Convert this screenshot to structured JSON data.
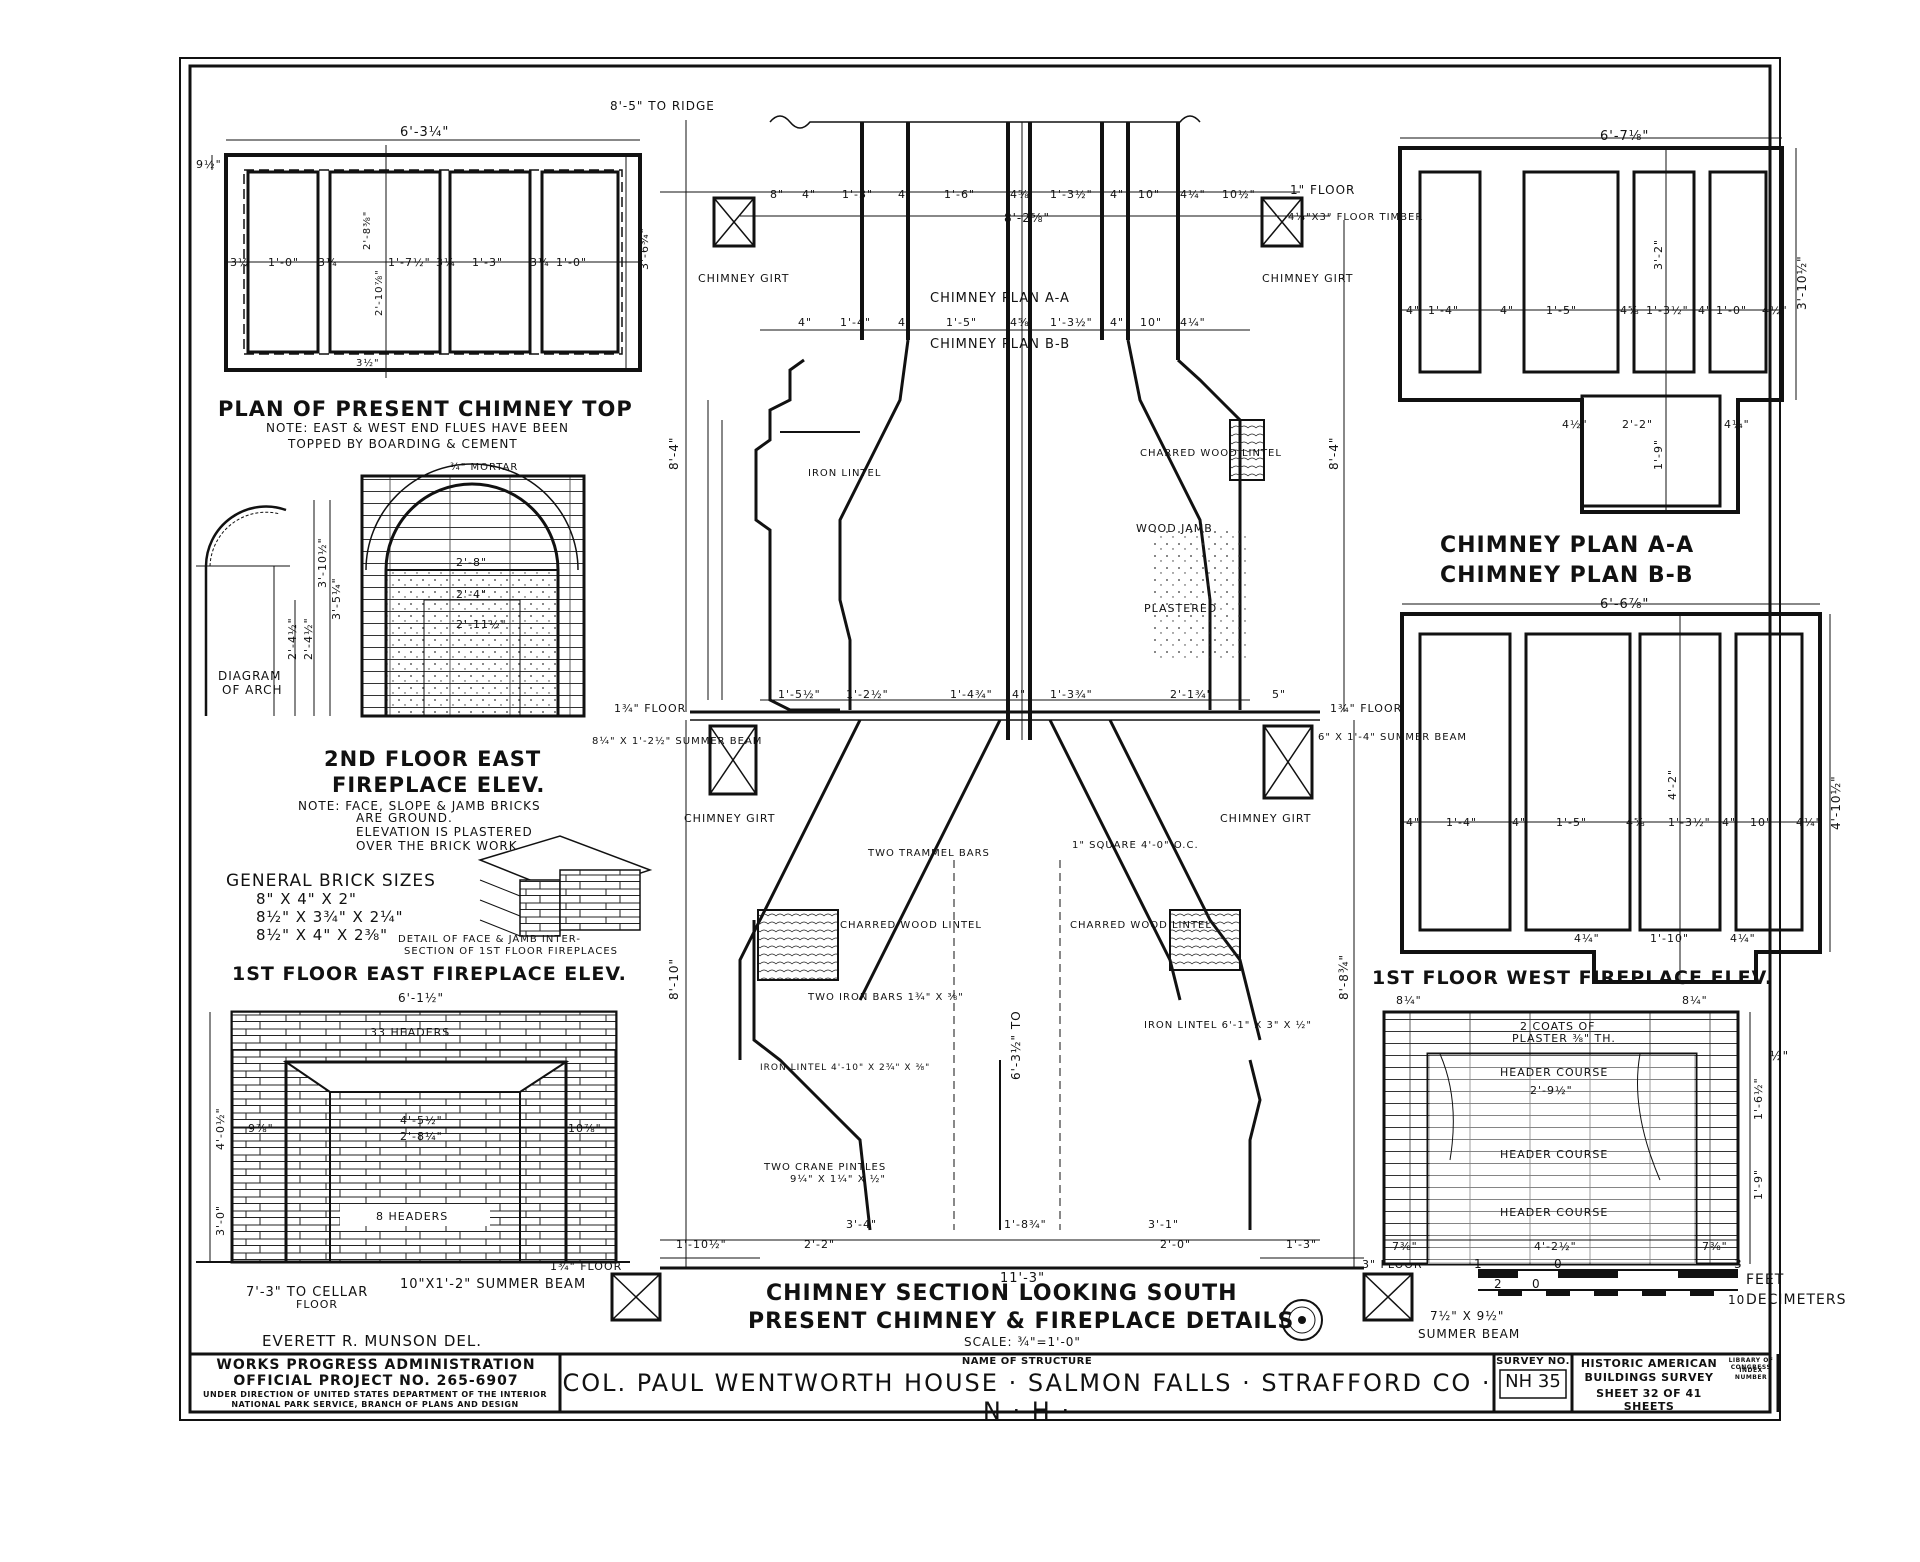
{
  "sheet": {
    "chimney_top": {
      "title": "PLAN OF PRESENT CHIMNEY TOP",
      "note_1": "NOTE: EAST & WEST END FLUES HAVE BEEN",
      "note_2": "TOPPED BY BOARDING & CEMENT",
      "dims": [
        "6'-3¼\"",
        "9½\"",
        "3½",
        "1'-0\"",
        "3¼",
        "1'-7½\"",
        "3¼",
        "1'-3\"",
        "3¼",
        "1'-0\"",
        "3'-6¾\"",
        "2'-10⅞\"",
        "2'-8⅜\"",
        "3½\""
      ]
    },
    "second_floor": {
      "title_1": "2ND FLOOR EAST",
      "title_2": "FIREPLACE ELEV.",
      "note_1": "NOTE: FACE, SLOPE & JAMB BRICKS",
      "note_2": "ARE GROUND.",
      "note_3": "ELEVATION IS PLASTERED",
      "note_4": "OVER THE BRICK WORK",
      "arch_label_1": "DIAGRAM",
      "arch_label_2": "OF ARCH",
      "mortar": "¾\" MORTAR",
      "dims": [
        "2'-8\"",
        "2'-4\"",
        "2'-11½\"",
        "3'-10½\"",
        "3'-5¼\"",
        "2'-4½\"",
        "2'-4½\""
      ]
    },
    "brick": {
      "title": "GENERAL BRICK SIZES",
      "sizes": [
        "8\" X 4\" X 2\"",
        "8½\" X 3¾\" X 2¼\"",
        "8½\" X 4\" X 2⅜\""
      ],
      "detail_1": "DETAIL OF FACE & JAMB INTER-",
      "detail_2": "SECTION OF 1ST FLOOR FIREPLACES"
    },
    "first_east": {
      "title": "1ST FLOOR EAST FIREPLACE ELEV.",
      "headers_top": "33 HEADERS",
      "headers_bottom": "8 HEADERS",
      "dims": [
        "6'-1½\"",
        "4'-5½\"",
        "2'-8¼\"",
        "9⅞\"",
        "10⅞\"",
        "4'-0½\"",
        "3'-0\""
      ],
      "cellar_1": "7'-3\" TO CELLAR",
      "cellar_2": "FLOOR",
      "summer_beam": "10\"X1'-2\" SUMMER BEAM",
      "floor": "1¾\" FLOOR",
      "delineator": "EVERETT R. MUNSON DEL."
    },
    "section": {
      "ridge": "8'-5\" TO RIDGE",
      "plan_aa": "CHIMNEY PLAN A-A",
      "plan_bb": "CHIMNEY PLAN B-B",
      "girt": "CHIMNEY GIRT",
      "floor_1": "1\" FLOOR",
      "floor_timber": "4¼\"X3\" FLOOR TIMBER",
      "iron_lintel": "IRON LINTEL",
      "charred_lintel": "CHARRED WOOD LINTEL",
      "wood_jamb": "WOOD JAMB",
      "plastered": "PLASTERED",
      "floor_134": "1¾\" FLOOR",
      "summer_left": "8¼\" X 1'-2½\" SUMMER BEAM",
      "summer_right": "6\" X 1'-4\" SUMMER BEAM",
      "trammel": "TWO TRAMMEL BARS",
      "square": "1\" SQUARE 4'-0\" O.C.",
      "iron_bars": "TWO IRON BARS 1¾\" X ⅜\"",
      "iron_lintel_2": "IRON LINTEL 4'-10\" X 2¾\" X ⅜\"",
      "iron_lintel_3": "IRON LINTEL 6'-1\" X 3\" X ½\"",
      "crane_1": "TWO CRANE PINTLES",
      "crane_2": "9¼\" X 1¼\" X ½\"",
      "to_ridge_2": "6'-3½\" TO",
      "overall": "11'-3\"",
      "floor_3": "3\" FLOOR",
      "summer_bottom": "7½\" X 9½\"",
      "summer_bottom_2": "SUMMER BEAM",
      "title_1": "CHIMNEY SECTION LOOKING SOUTH",
      "title_2": "PRESENT CHIMNEY & FIREPLACE DETAILS",
      "scale": "SCALE: ¾\"=1'-0\"",
      "dims_top": [
        "8\"",
        "4\"",
        "1'-3\"",
        "4\"",
        "1'-6\"",
        "4⅝",
        "1'-3½\"",
        "4\"",
        "10\"",
        "4¼\"",
        "10½\""
      ],
      "dims_aa": [
        "4\"",
        "1'-4\"",
        "4\"",
        "1'-5\"",
        "4⅝",
        "1'-3½\"",
        "4\"",
        "10\"",
        "4¼\""
      ],
      "overall_top": "8'-2⅝\"",
      "height_left": "8'-4\"",
      "height_right": "8'-4\"",
      "height_low_left": "8'-10\"",
      "height_low_right": "8'-8¾\"",
      "dims_mid": [
        "1'-5½\"",
        "1'-2½\"",
        "1'-4¾\"",
        "4\"",
        "1'-3¾\"",
        "2'-1¾\"",
        "5\""
      ],
      "dims_bottom": [
        "1'-10½\"",
        "3'-4\"",
        "2'-2\"",
        "1'-8¾\"",
        "3'-1\"",
        "2'-0\"",
        "1'-3\""
      ]
    },
    "west_plans": {
      "title_1": "CHIMNEY PLAN A-A",
      "title_2": "CHIMNEY PLAN B-B",
      "aa_width": "6'-7⅛\"",
      "aa_height": "3'-10½\"",
      "aa_dims": [
        "4\"",
        "1'-4\"",
        "4\"",
        "1'-5\"",
        "4⅝",
        "1'-3½\"",
        "4\"",
        "1'-0\"",
        "4½\""
      ],
      "aa_sub": [
        "4½\"",
        "2'-2\"",
        "4¼\"",
        "1'-9\"",
        "3'-2\""
      ],
      "bb_width": "6'-6⅞\"",
      "bb_height": "4'-10½\"",
      "bb_dims": [
        "4\"",
        "1'-4\"",
        "4\"",
        "1'-5\"",
        "4⅝",
        "1'-3½\"",
        "4\"",
        "10\"",
        "4¼\""
      ],
      "bb_sub": [
        "4¼\"",
        "1'-10\"",
        "4¼\"",
        "4'-2\""
      ]
    },
    "first_west": {
      "title": "1ST FLOOR WEST FIREPLACE ELEV.",
      "plaster_1": "2 COATS OF",
      "plaster_2": "PLASTER ⅜\" TH.",
      "header_1": "HEADER COURSE",
      "header_2": "HEADER COURSE",
      "header_3": "HEADER COURSE",
      "dims": [
        "8¼\"",
        "8¼\"",
        "2'-9½\"",
        "4'-2½\"",
        "7⅜\"",
        "7⅜\"",
        "½\"",
        "1'-6½\"",
        "1'-9\""
      ],
      "scale_feet": "FEET",
      "scale_dm": "DECIMETERS",
      "scale_nums": [
        "1",
        "0",
        "3",
        "2",
        "0",
        "10"
      ]
    },
    "title_block": {
      "wpa_1": "WORKS PROGRESS ADMINISTRATION",
      "wpa_2": "OFFICIAL PROJECT NO. 265-6907",
      "wpa_3": "UNDER DIRECTION OF UNITED STATES DEPARTMENT OF THE INTERIOR",
      "wpa_4": "NATIONAL PARK SERVICE, BRANCH OF PLANS AND DESIGN",
      "name_label": "NAME OF STRUCTURE",
      "name": "COL. PAUL WENTWORTH HOUSE · SALMON FALLS · STRAFFORD CO · N · H ·",
      "survey_label": "SURVEY NO.",
      "survey": "NH 35",
      "habs_1": "HISTORIC AMERICAN",
      "habs_2": "BUILDINGS SURVEY",
      "sheet_no": "SHEET 32 OF 41 SHEETS",
      "loc_1": "LIBRARY OF CONGRESS",
      "loc_2": "INDEX NUMBER"
    }
  }
}
